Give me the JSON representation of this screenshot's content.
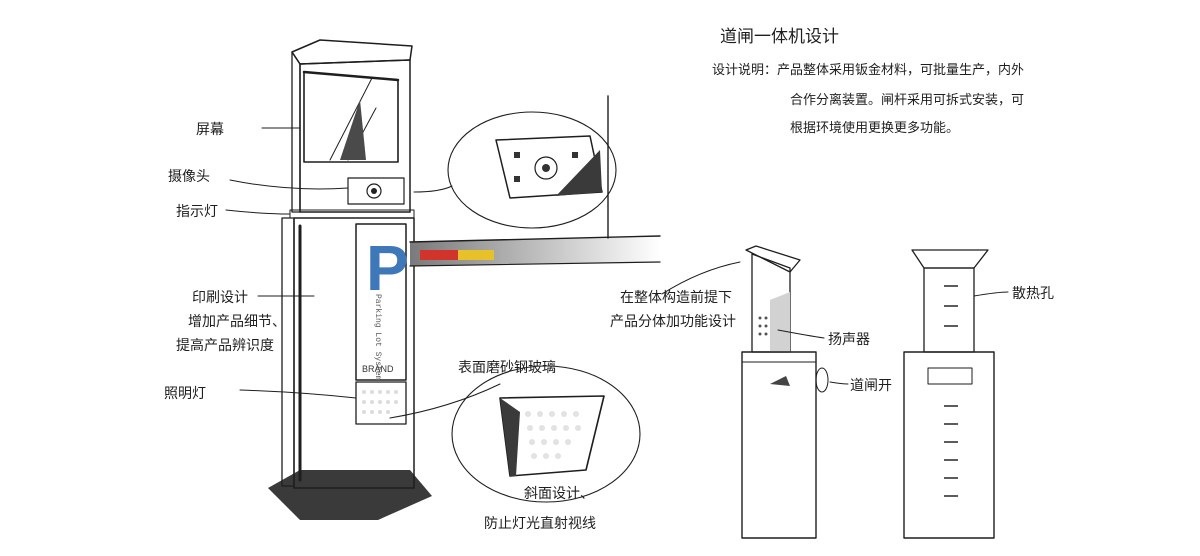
{
  "notes": {
    "title": "道闸一体机设计",
    "lines": [
      "设计说明：产品整体采用钣金材料，可批量生产，内外",
      "合作分离装置。闸杆采用可拆式安装，可",
      "根据环境使用更换更多功能。"
    ]
  },
  "labels": {
    "screen": "屏幕",
    "camera": "摄像头",
    "indicator": "指示灯",
    "print_design": "印刷设计",
    "print_detail_1": "增加产品细节、",
    "print_detail_2": "提高产品辨识度",
    "lighting": "照明灯",
    "glass": "表面磨砂钢玻璃",
    "slant_design": "斜面设计、",
    "slant_detail": "防止灯光直射视线",
    "side_design_1": "在整体构造前提下",
    "side_design_2": "产品分体加功能设计",
    "speaker": "扬声器",
    "gate_switch": "道闸开",
    "vent": "散热孔"
  },
  "brand": {
    "logo_letter": "P",
    "logo_vertical_text": "Parking Lot System",
    "name": "BRAND"
  },
  "colors": {
    "ink": "#1e1e1e",
    "body_gray": "#dcdcdc",
    "dark_gray": "#6b6b6b",
    "blue_accent": "#3f78b8",
    "barrier_red": "#d2342c",
    "barrier_yellow": "#e6c12a"
  }
}
